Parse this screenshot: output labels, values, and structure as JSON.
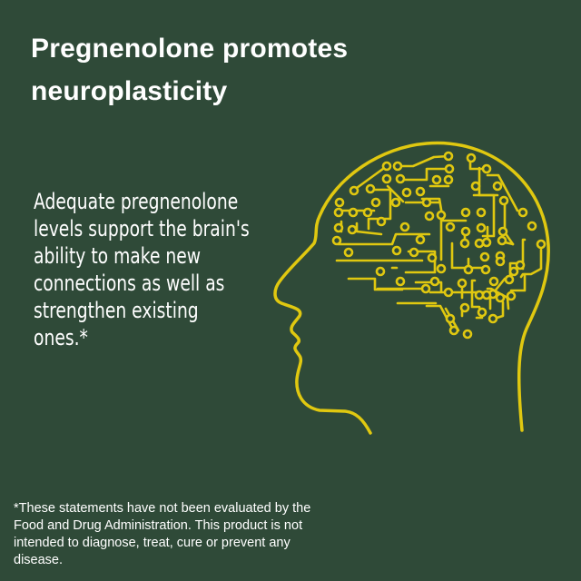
{
  "headline": {
    "line1": "Pregnenolone promotes",
    "line2": "neuroplasticity"
  },
  "body": {
    "lines": [
      "Adequate pregnenolone",
      "levels support the brain's",
      "ability to make new",
      "connections as well as",
      "strengthen existing",
      "ones.*"
    ]
  },
  "illustration": {
    "icon": "circuit-brain-head-icon",
    "stroke_color": "#e0c810"
  },
  "disclaimer": {
    "lines": [
      "*These statements have not been evaluated by the",
      "Food and Drug Administration. This product is not",
      "intended to diagnose, treat, cure or prevent any",
      "disease."
    ]
  },
  "colors": {
    "background": "#2f4a38",
    "text": "#ffffff",
    "accent": "#e0c810"
  }
}
